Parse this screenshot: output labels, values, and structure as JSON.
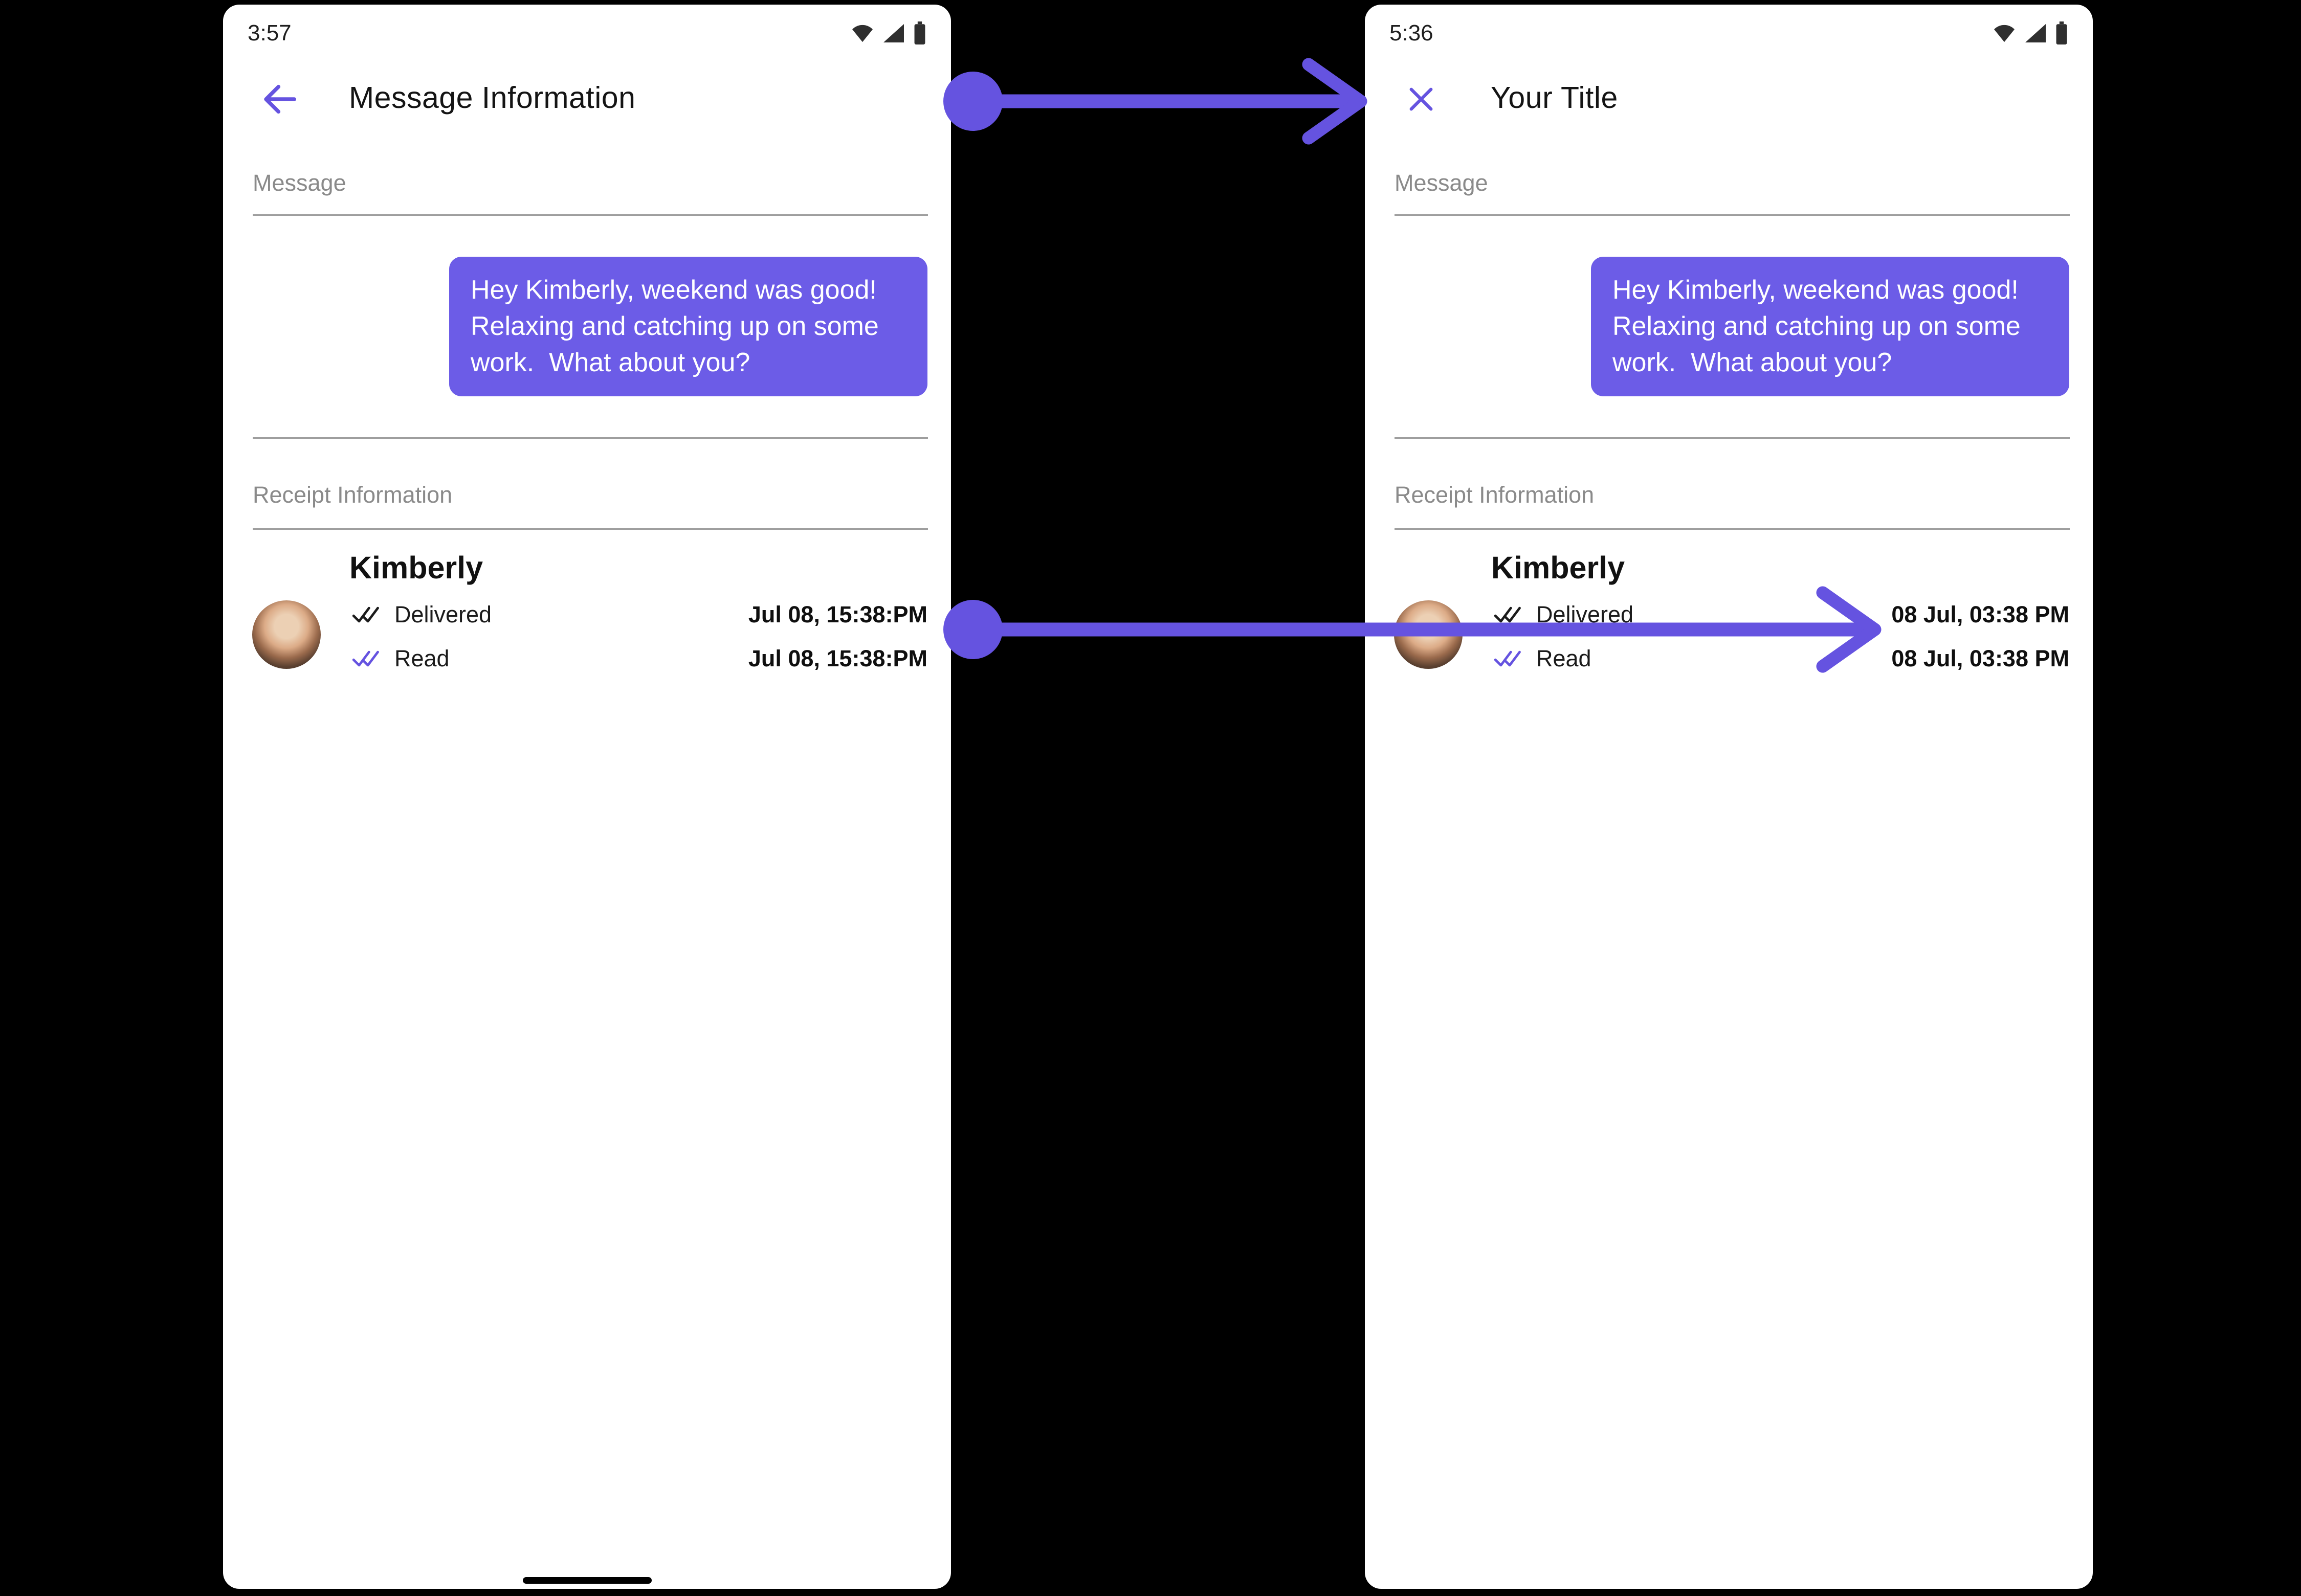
{
  "colors": {
    "accent": "#6553E0",
    "bubble": "#6C5CE7",
    "page_bg": "#000000",
    "phone_bg": "#FFFFFF",
    "label_gray": "#8A8A8A",
    "divider": "#9E9E9E",
    "text": "#1B1B1B"
  },
  "left_phone": {
    "status_time": "3:57",
    "status_icons": [
      "wifi-icon",
      "cellular-signal-icon",
      "battery-icon"
    ],
    "nav_icon": "back-arrow-icon",
    "title": "Message Information",
    "message_label": "Message",
    "bubble_text": "Hey Kimberly, weekend was good!  Relaxing and catching up on some work.  What about you?",
    "receipt_label": "Receipt Information",
    "contact_name": "Kimberly",
    "receipts": [
      {
        "status": "Delivered",
        "check_icon": "double-check-icon",
        "check_color": "dark",
        "time": "Jul 08, 15:38:PM"
      },
      {
        "status": "Read",
        "check_icon": "double-check-icon",
        "check_color": "purple",
        "time": "Jul 08, 15:38:PM"
      }
    ]
  },
  "right_phone": {
    "status_time": "5:36",
    "status_icons": [
      "wifi-icon",
      "cellular-signal-icon",
      "battery-icon"
    ],
    "nav_icon": "close-icon",
    "title": "Your Title",
    "message_label": "Message",
    "bubble_text": "Hey Kimberly, weekend was good!  Relaxing and catching up on some work.  What about you?",
    "receipt_label": "Receipt Information",
    "contact_name": "Kimberly",
    "receipts": [
      {
        "status": "Delivered",
        "check_icon": "double-check-icon",
        "check_color": "dark",
        "time": "08 Jul, 03:38 PM"
      },
      {
        "status": "Read",
        "check_icon": "double-check-icon",
        "check_color": "purple",
        "time": "08 Jul, 03:38 PM"
      }
    ]
  }
}
